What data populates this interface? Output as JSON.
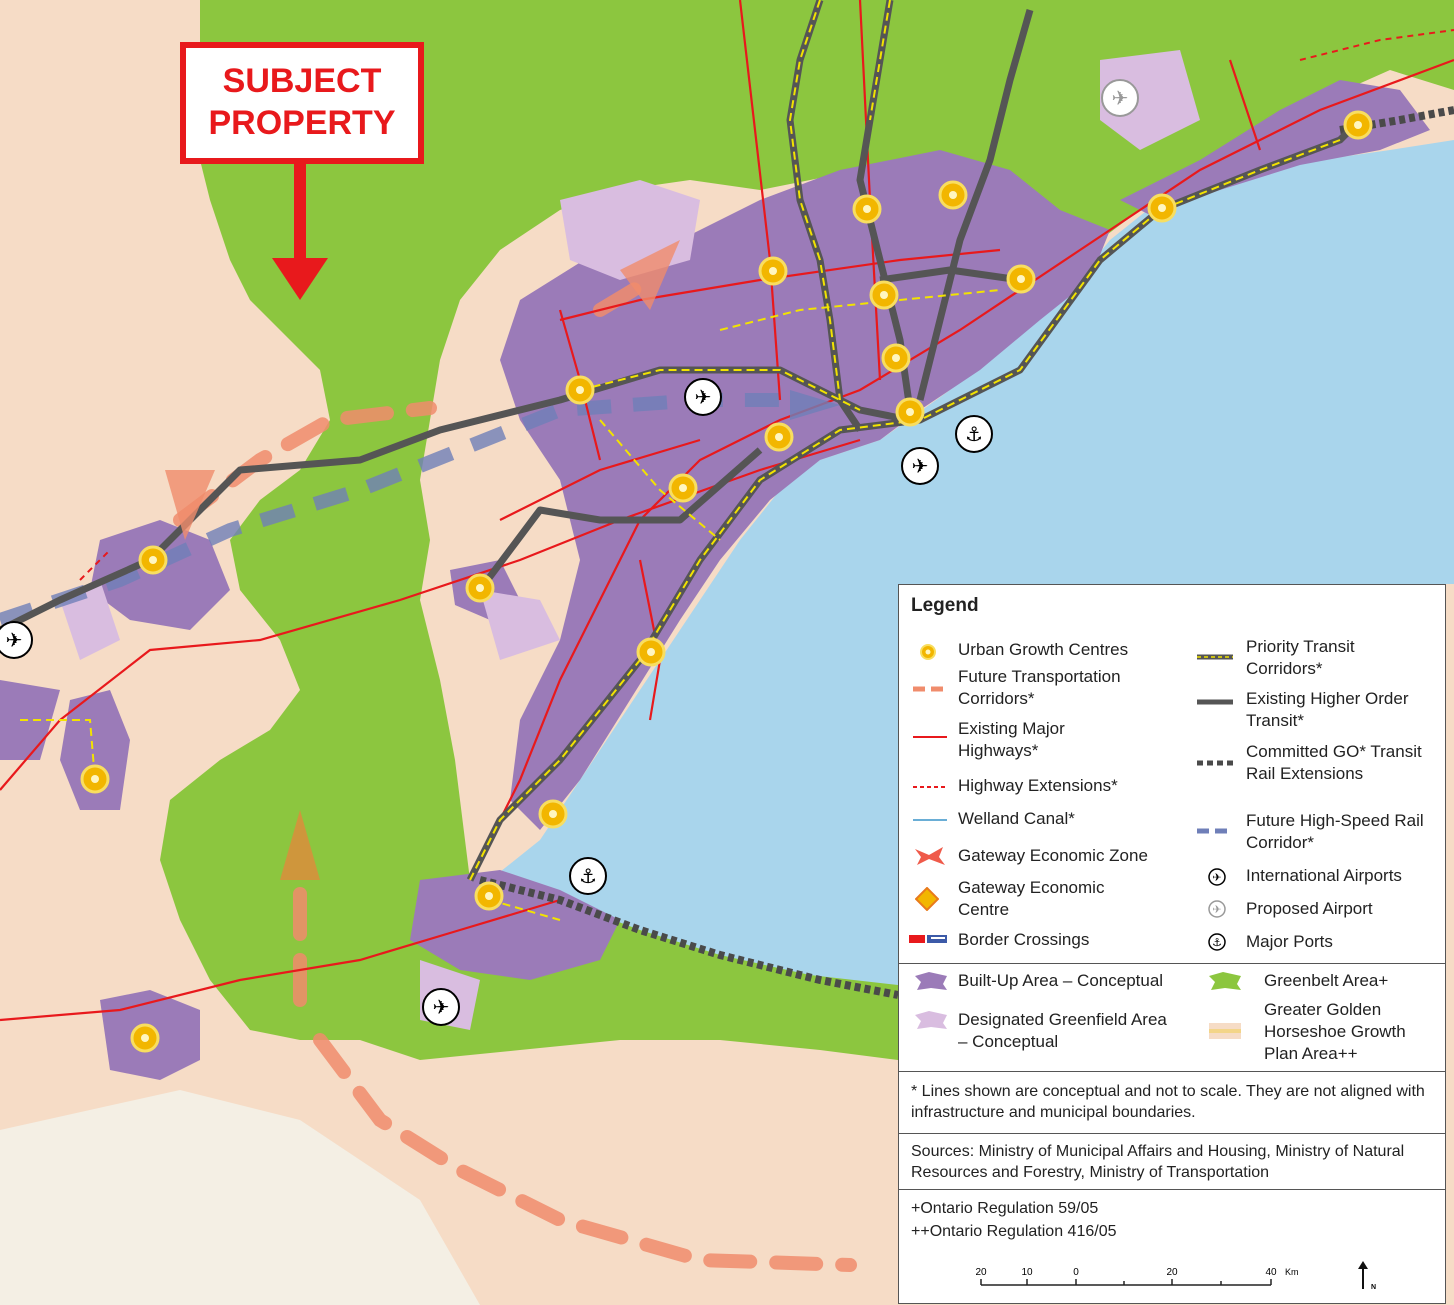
{
  "callout": {
    "line1": "SUBJECT",
    "line2": "PROPERTY"
  },
  "legend": {
    "title": "Legend",
    "items": [
      {
        "symbol": "urban-growth-centre",
        "label": "Urban Growth Centres"
      },
      {
        "symbol": "future-transportation-corridor",
        "label": "Future Transportation Corridors*"
      },
      {
        "symbol": "existing-major-highway",
        "label": "Existing Major Highways*"
      },
      {
        "symbol": "highway-extension",
        "label": "Highway Extensions*"
      },
      {
        "symbol": "welland-canal",
        "label": "Welland Canal*"
      },
      {
        "symbol": "gateway-economic-zone",
        "label": "Gateway Economic Zone"
      },
      {
        "symbol": "gateway-economic-centre",
        "label": "Gateway Economic Centre"
      },
      {
        "symbol": "border-crossing",
        "label": "Border Crossings"
      },
      {
        "symbol": "priority-transit-corridor",
        "label": "Priority Transit Corridors*"
      },
      {
        "symbol": "existing-higher-order-transit",
        "label": "Existing Higher Order Transit*"
      },
      {
        "symbol": "committed-go-extension",
        "label": "Committed GO* Transit Rail Extensions"
      },
      {
        "symbol": "high-speed-rail",
        "label": "Future High-Speed Rail Corridor*"
      },
      {
        "symbol": "international-airport",
        "label": "International Airports"
      },
      {
        "symbol": "proposed-airport",
        "label": "Proposed Airport"
      },
      {
        "symbol": "major-port",
        "label": "Major Ports"
      },
      {
        "symbol": "built-up-area",
        "label": "Built-Up Area – Conceptual"
      },
      {
        "symbol": "greenfield-area",
        "label": "Designated Greenfield Area – Conceptual"
      },
      {
        "symbol": "greenbelt-area",
        "label": "Greenbelt Area+"
      },
      {
        "symbol": "growth-plan-area",
        "label": "Greater Golden Horseshoe Growth Plan Area++"
      }
    ],
    "note": "* Lines shown are conceptual and not to scale. They are not aligned with infrastructure and municipal boundaries.",
    "sources": "Sources: Ministry of Municipal Affairs and Housing, Ministry of Natural Resources and Forestry, Ministry of Transportation",
    "reg1": "+Ontario Regulation 59/05",
    "reg2": "++Ontario Regulation 416/05",
    "scale": {
      "ticks": [
        "20",
        "10",
        "0",
        "20",
        "40"
      ],
      "unit": "Km"
    },
    "north": "N"
  },
  "colors": {
    "growth_plan": "#f6dcc6",
    "greenbelt": "#8cc63f",
    "built_up": "#9b7bb8",
    "greenfield": "#d9bde0",
    "lake": "#a9d5ec",
    "highway": "#e8191c",
    "transit": "#555555",
    "priority": "#f2e300",
    "future_corridor": "#f08c6c",
    "high_speed": "#6f7fb8"
  }
}
